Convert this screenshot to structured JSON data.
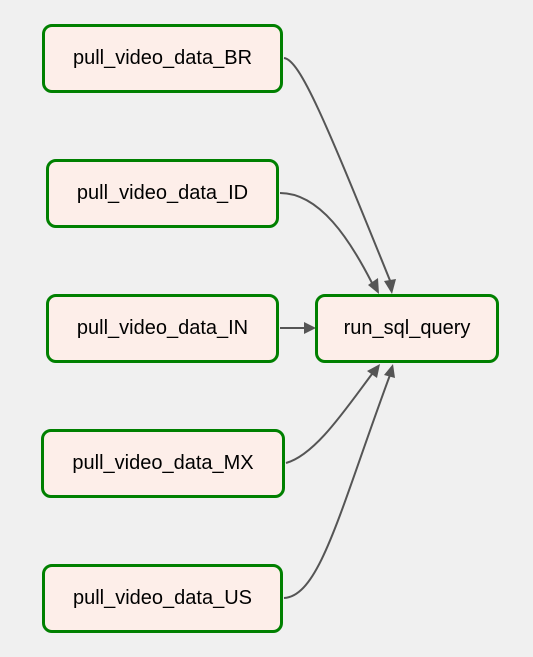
{
  "colors": {
    "background": "#f0f0f0",
    "node_fill": "#fdeee9",
    "node_border": "#008000",
    "edge": "#555555"
  },
  "nodes": {
    "br": {
      "label": "pull_video_data_BR"
    },
    "id": {
      "label": "pull_video_data_ID"
    },
    "in": {
      "label": "pull_video_data_IN"
    },
    "mx": {
      "label": "pull_video_data_MX"
    },
    "us": {
      "label": "pull_video_data_US"
    },
    "sql": {
      "label": "run_sql_query"
    }
  },
  "edges": [
    {
      "from": "br",
      "to": "sql"
    },
    {
      "from": "id",
      "to": "sql"
    },
    {
      "from": "in",
      "to": "sql"
    },
    {
      "from": "mx",
      "to": "sql"
    },
    {
      "from": "us",
      "to": "sql"
    }
  ]
}
